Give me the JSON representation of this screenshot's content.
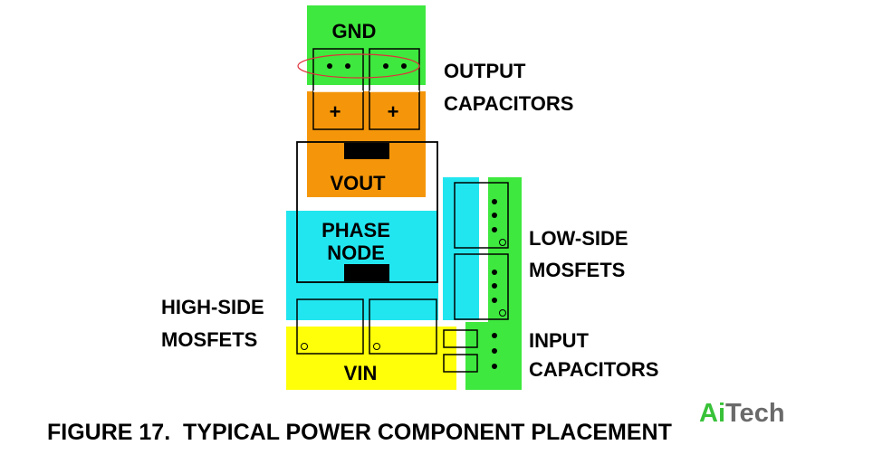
{
  "colors": {
    "green": "#3ee83e",
    "orange": "#f5960a",
    "cyan": "#22e6ef",
    "yellow": "#ffff0a",
    "outline": "#000000",
    "ellipse": "#e0303a",
    "brand_green": "#39c239",
    "brand_gray": "#6a6a6a"
  },
  "blocks": {
    "gnd": "GND",
    "vout": "VOUT",
    "phase_node_line1": "PHASE",
    "phase_node_line2": "NODE",
    "vin": "VIN"
  },
  "labels": {
    "output_capacitors_line1": "OUTPUT",
    "output_capacitors_line2": "CAPACITORS",
    "low_side_mosfets_line1": "LOW-SIDE",
    "low_side_mosfets_line2": "MOSFETS",
    "input_capacitors_line1": "INPUT",
    "input_capacitors_line2": "CAPACITORS",
    "high_side_mosfets_line1": "HIGH-SIDE",
    "high_side_mosfets_line2": "MOSFETS"
  },
  "capacitor_marks": {
    "positive": "+"
  },
  "caption": "FIGURE 17.  TYPICAL POWER COMPONENT PLACEMENT",
  "watermark": {
    "part1": "Ai",
    "part2": "Tech"
  }
}
